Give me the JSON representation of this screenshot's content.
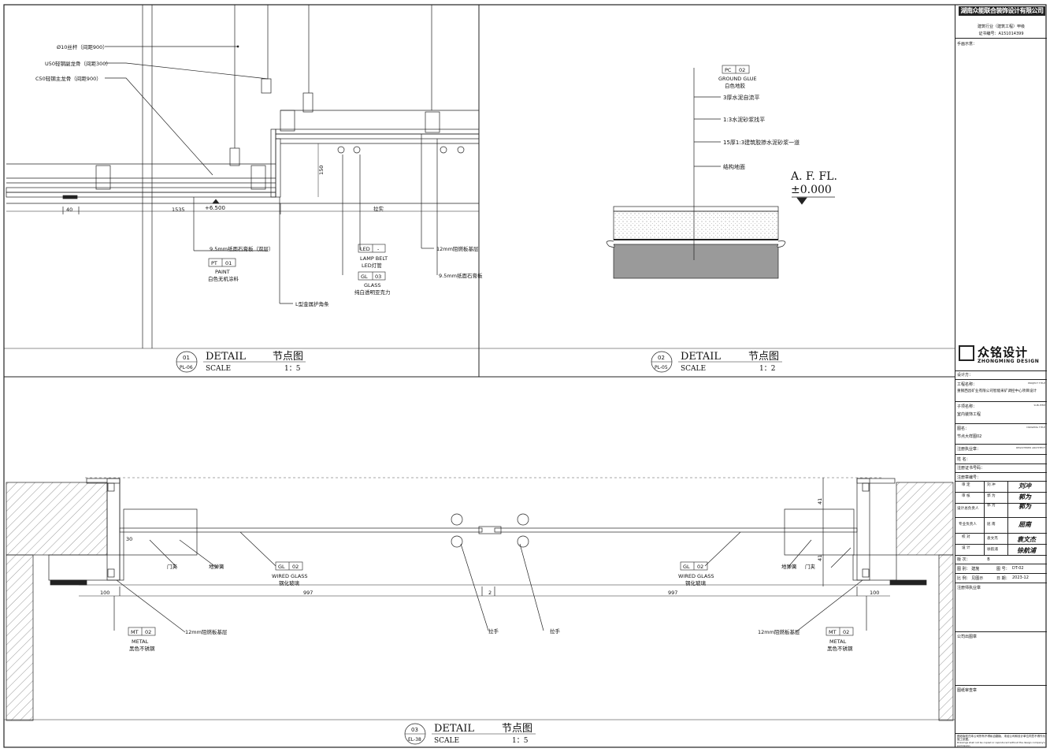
{
  "title_block": {
    "firm_name": "湖南众能联合装饰设计有限公司",
    "qualification": "建筑行业（建筑工程）甲级",
    "certificate": "证书编号：A151014399",
    "seal_label": "手画示意：",
    "logo_cn": "众铭设计",
    "logo_en": "ZHONGMING DESIGN",
    "designer_label": "设计方：",
    "project_label": "工程名称：",
    "project_sub": "PROJECT TITLE",
    "project_name": "重钢西昌矿业有限公司智能采矿调控中心项目设计",
    "subitem_label": "子项名称：",
    "subitem_sub": "SUB-ITEM",
    "subitem_name": "室内装饰工程",
    "drawing_label": "图名：",
    "drawing_sub": "DRAWING TITLE",
    "drawing_name": "节点大样图02",
    "reg_label": "注册执业章：",
    "reg_en": "REGISTERED ARCHITECT",
    "name_label": "姓 名：",
    "cert_no_label": "注册证书号码：",
    "seal_no_label": "注册章编号：",
    "rows": [
      {
        "role": "审 定",
        "sub": "APPROVED BY",
        "person": "刘 冲",
        "sign": "刘冲"
      },
      {
        "role": "审 核",
        "sub": "EXAMINED BY",
        "person": "郭 为",
        "sign": "郭为"
      },
      {
        "role": "设计总负责人",
        "sub": "PROJECT LEADER",
        "person": "郭 为",
        "sign": "郭为"
      },
      {
        "role": "专业负责人",
        "sub": "DISCIPLINE CHIEF",
        "person": "屈 南",
        "sign": "屈南"
      },
      {
        "role": "校 对",
        "sub": "CHECKED BY",
        "person": "袁文杰",
        "sign": "袁文杰"
      },
      {
        "role": "设 计",
        "sub": "DESIGNED BY",
        "person": "徐航浦",
        "sign": "徐航浦"
      }
    ],
    "version_label": "版 次：",
    "version_value": "B",
    "category_label": "图 别：",
    "category_value": "建施",
    "number_label": "图 号：",
    "number_value": "DT-02",
    "scale_label": "比 例：",
    "scale_value": "见图示",
    "date_label": "日 期：",
    "date_value": "2023-12",
    "stamp1": "注册师执业章",
    "stamp2": "公司出图章",
    "stamp3": "图纸审查章",
    "footer_note": "图纸版权归本公司所有不得私自翻版，未经公司和设计单位同意不得作为施工依据。",
    "footer_en": "Drawings shall not be copied or reproduced without the design company's permission."
  },
  "detail1": {
    "labels": {
      "rod": "Ø10丝杆（间距900）",
      "u50": "U50轻钢副龙骨（间距300）",
      "c50": "C50轻钢主龙骨（间距900）",
      "level": "+6.500",
      "dim40": "40",
      "dim1535": "1535",
      "dim150": "150",
      "lashi": "拉实",
      "gypsum": "9.5mm纸面石膏板（双层）",
      "pt_code": "PT",
      "pt_no": "01",
      "pt_en": "PAINT",
      "pt_cn": "白色无机涂料",
      "led_code": "LED",
      "led_no": "-",
      "led_en": "LAMP BELT",
      "led_cn": "LED灯管",
      "gl_code": "GL",
      "gl_no": "03",
      "gl_en": "GLASS",
      "gl_cn": "纯白透明亚克力",
      "lmetal": "L型金属护角条",
      "board12": "12mm阻燃板基层",
      "board95": "9.5mm纸面石膏板"
    },
    "tag": {
      "num": "01",
      "ref": "PL-06",
      "title_en": "DETAIL",
      "title_cn": "节点图",
      "scale_en": "SCALE",
      "scale_value": "1：5"
    }
  },
  "detail2": {
    "labels": {
      "pc_code": "PC",
      "pc_no": "02",
      "pc_en": "GROUND GLUE",
      "pc_cn": "白色地胶",
      "l1": "3厚水泥自流平",
      "l2": "1:3水泥砂浆找平",
      "l3": "15厚1:3建筑胶掺水泥砂浆一道",
      "l4": "结构地面",
      "afl": "A. F. FL.",
      "afl_val": "±0.000"
    },
    "tag": {
      "num": "02",
      "ref": "PL-05",
      "title_en": "DETAIL",
      "title_cn": "节点图",
      "scale_en": "SCALE",
      "scale_value": "1：2"
    }
  },
  "detail3": {
    "labels": {
      "clamp": "门夹",
      "spring": "地弹簧",
      "gl_code": "GL",
      "gl_no": "02",
      "gl_en": "WIRED GLASS",
      "gl_cn": "钢化玻璃",
      "mt_code": "MT",
      "mt_no": "02",
      "mt_en": "METAL",
      "mt_cn": "黑色不锈钢",
      "board12": "12mm阻燃板基层",
      "handle": "拉手",
      "dim100": "100",
      "dim997": "997",
      "dim2": "2",
      "dim30": "30",
      "dim41": "41"
    },
    "tag": {
      "num": "03",
      "ref": "EL-38",
      "title_en": "DETAIL",
      "title_cn": "节点图",
      "scale_en": "SCALE",
      "scale_value": "1：5"
    }
  }
}
